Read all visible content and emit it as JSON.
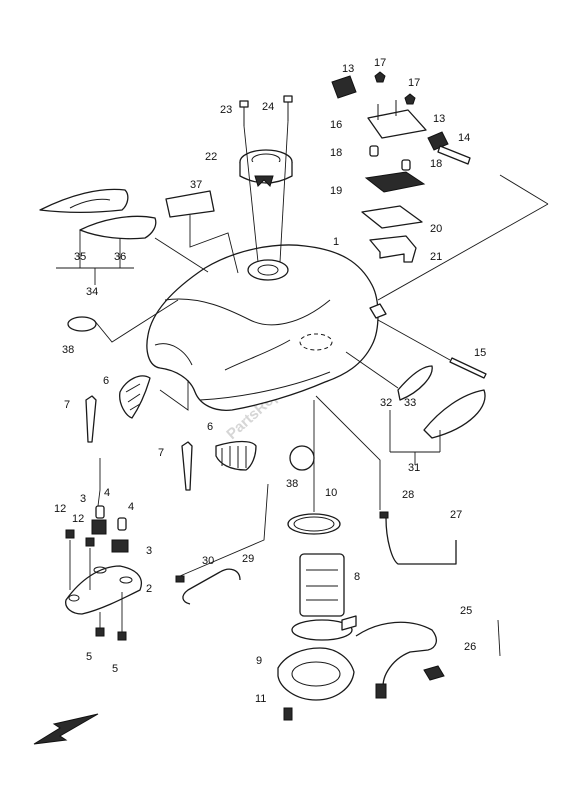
{
  "diagram": {
    "callouts": {
      "c1": "1",
      "c2": "2",
      "c3a": "3",
      "c3b": "3",
      "c4a": "4",
      "c4b": "4",
      "c5a": "5",
      "c5b": "5",
      "c6a": "6",
      "c6b": "6",
      "c7a": "7",
      "c7b": "7",
      "c8": "8",
      "c9": "9",
      "c10": "10",
      "c11": "11",
      "c12a": "12",
      "c12b": "12",
      "c13a": "13",
      "c13b": "13",
      "c14": "14",
      "c15": "15",
      "c16": "16",
      "c17a": "17",
      "c17b": "17",
      "c18a": "18",
      "c18b": "18",
      "c19": "19",
      "c20": "20",
      "c21": "21",
      "c22": "22",
      "c23": "23",
      "c24": "24",
      "c25": "25",
      "c26": "26",
      "c27": "27",
      "c28": "28",
      "c29": "29",
      "c30": "30",
      "c31": "31",
      "c32": "32",
      "c33": "33",
      "c34": "34",
      "c35": "35",
      "c36": "36",
      "c37": "37",
      "c38a": "38",
      "c38b": "38"
    },
    "watermark": "PartsRepublik",
    "direction_icon": "front-arrow-icon"
  }
}
